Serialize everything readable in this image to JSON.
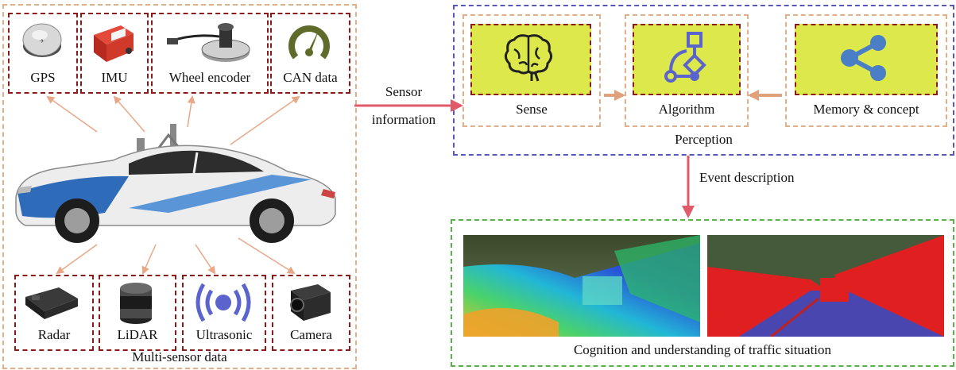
{
  "left_panel": {
    "title": "Multi-sensor data",
    "top_sensors": [
      {
        "label": "GPS",
        "icon": "gps-receiver-icon"
      },
      {
        "label": "IMU",
        "icon": "imu-unit-icon"
      },
      {
        "label": "Wheel encoder",
        "icon": "wheel-encoder-icon"
      },
      {
        "label": "CAN data",
        "icon": "gauge-icon"
      }
    ],
    "bottom_sensors": [
      {
        "label": "Radar",
        "icon": "radar-unit-icon"
      },
      {
        "label": "LiDAR",
        "icon": "lidar-unit-icon"
      },
      {
        "label": "Ultrasonic",
        "icon": "ultrasonic-waves-icon"
      },
      {
        "label": "Camera",
        "icon": "camera-unit-icon"
      }
    ],
    "vehicle": "autonomous-car-image"
  },
  "flow": {
    "sensor_info_line1": "Sensor",
    "sensor_info_line2": "information",
    "event_description": "Event description"
  },
  "perception": {
    "title": "Perception",
    "modules": [
      {
        "label": "Sense",
        "icon": "brain-icon"
      },
      {
        "label": "Algorithm",
        "icon": "flowchart-icon"
      },
      {
        "label": "Memory & concept",
        "icon": "share-icon"
      }
    ],
    "colors": {
      "panel": "#dde84a",
      "icon": "#4a7fc8"
    }
  },
  "cognition": {
    "caption": "Cognition and understanding of traffic situation",
    "images": [
      "depth-map-image",
      "segmentation-map-image"
    ]
  }
}
